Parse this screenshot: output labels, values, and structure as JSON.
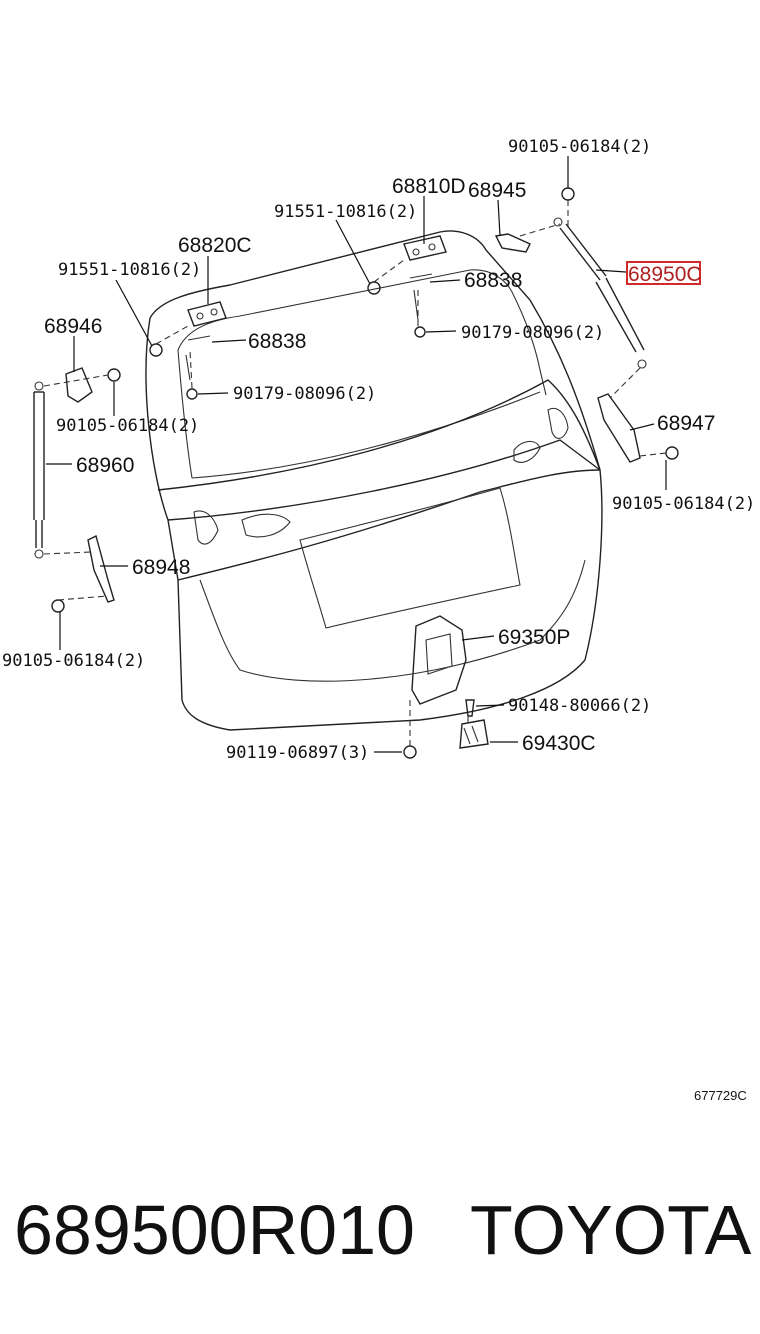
{
  "labels": {
    "bolt_top": "90105-06184(2)",
    "hinge_right": "68810D",
    "bracket_top": "68945",
    "screw_right": "91551-10816(2)",
    "hinge_left": "68820C",
    "screw_left": "91551-10816(2)",
    "shim_right": "68838",
    "highlight_part": "68950C",
    "bracket_left": "68946",
    "shim_left": "68838",
    "nut_right": "90179-08096(2)",
    "nut_left": "90179-08096(2)",
    "bolt_left_upper": "90105-06184(2)",
    "bracket_right": "68947",
    "strut_left": "68960",
    "bolt_right": "90105-06184(2)",
    "bracket_lower_left": "68948",
    "lock": "69350P",
    "bolt_lower_left": "90105-06184(2)",
    "screw_striker": "90148-80066(2)",
    "striker": "69430C",
    "bolt_bottom": "90119-06897(3)"
  },
  "ref_code": "677729C",
  "footer": {
    "part_number": "689500R010",
    "brand": "TOYOTA"
  },
  "colors": {
    "highlight": "#d02a2a",
    "line": "#222222"
  }
}
